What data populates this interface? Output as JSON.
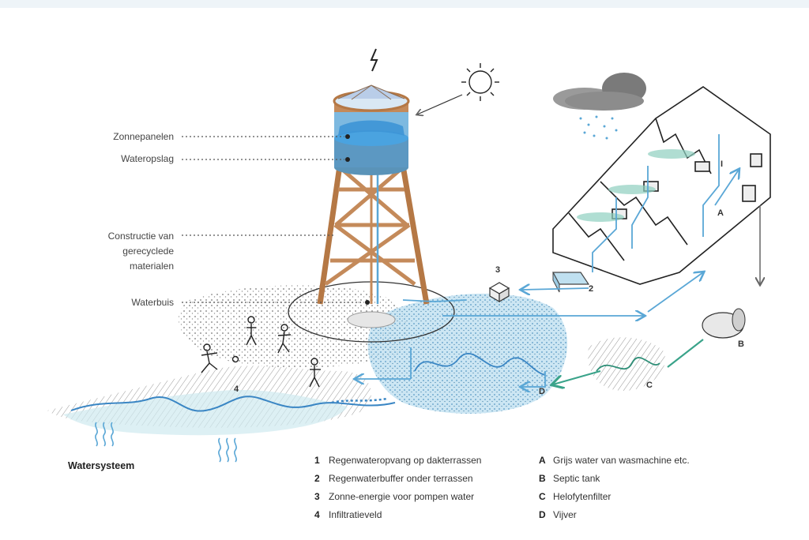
{
  "labels": {
    "zonnepanelen": "Zonnepanelen",
    "wateropslag": "Wateropslag",
    "constructie": [
      "Constructie van",
      "gerecyclede",
      "materialen"
    ],
    "waterbuis": "Waterbuis"
  },
  "title": "Watersysteem",
  "legend_numbered": [
    {
      "key": "1",
      "text": "Regenwateropvang op dakterrassen"
    },
    {
      "key": "2",
      "text": "Regenwaterbuffer onder terrassen"
    },
    {
      "key": "3",
      "text": "Zonne-energie voor pompen water"
    },
    {
      "key": "4",
      "text": "Infiltratieveld"
    }
  ],
  "legend_lettered": [
    {
      "key": "A",
      "text": "Grijs water van wasmachine etc."
    },
    {
      "key": "B",
      "text": "Septic tank"
    },
    {
      "key": "C",
      "text": "Helofytenfilter"
    },
    {
      "key": "D",
      "text": "Vijver"
    }
  ],
  "markers": {
    "m1": "I",
    "m2": "2",
    "m3": "3",
    "m4": "4",
    "mA": "A",
    "mB": "B",
    "mC": "C",
    "mD": "D"
  },
  "colors": {
    "water": "#5aa7d6",
    "wood": "#c48a5a",
    "green_flow": "#3aa38a",
    "ink": "#333333"
  },
  "icons": [
    "lightning-icon",
    "sun-icon",
    "cloud-icon",
    "rain-icon",
    "person-icon"
  ]
}
